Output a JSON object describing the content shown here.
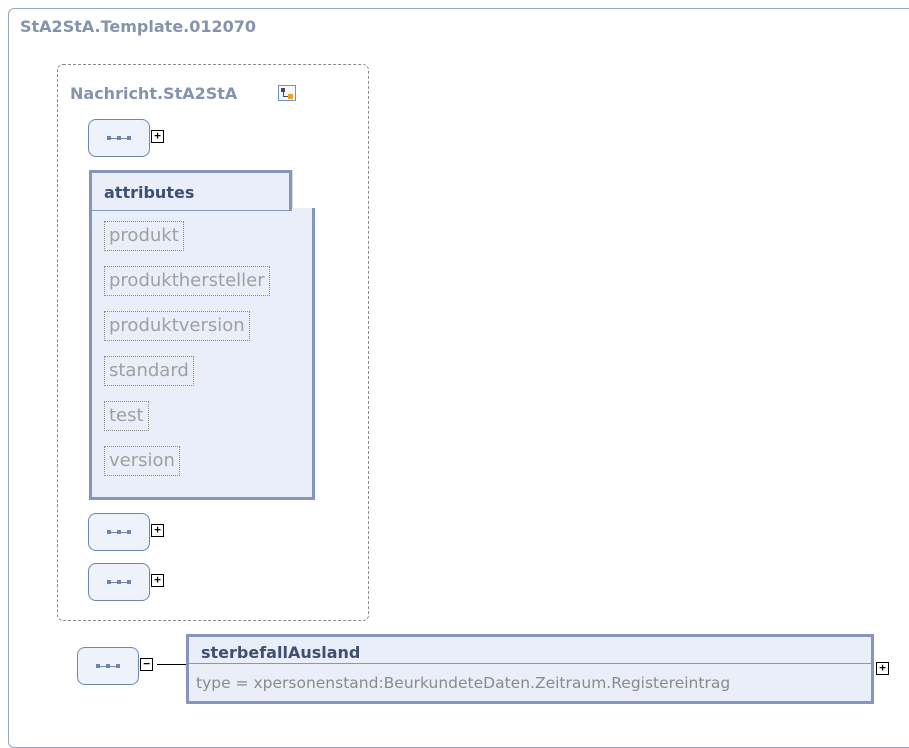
{
  "diagram": {
    "root_title": "StA2StA.Template.012070",
    "group_title": "Nachricht.StA2StA",
    "attributes": {
      "title": "attributes",
      "items": [
        "produkt",
        "produkthersteller",
        "produktversion",
        "standard",
        "test",
        "version"
      ]
    },
    "element": {
      "name": "sterbefallAusland",
      "type": "type = xpersonenstand:BeurkundeteDaten.Zeitraum.Registereintrag"
    },
    "expand_symbol": "+",
    "collapse_symbol": "−",
    "icons": [
      "type-definition-icon",
      "sequence-icon",
      "expand-icon",
      "collapse-icon"
    ]
  }
}
